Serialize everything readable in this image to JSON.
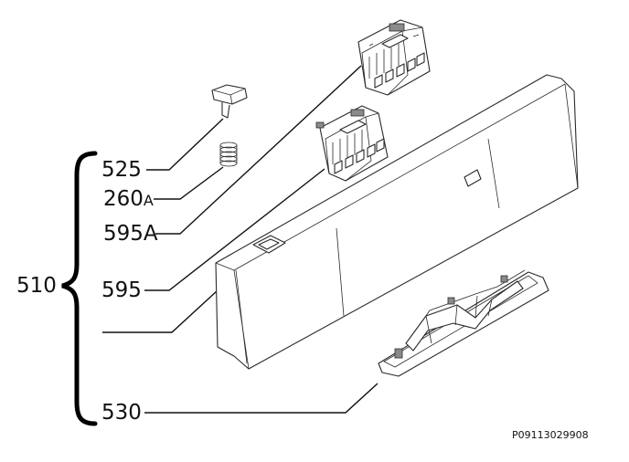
{
  "diagram": {
    "callouts": {
      "c525": "525",
      "c260": "260",
      "c260_suffix": "A",
      "c595a": "595A",
      "c595": "595",
      "c510": "510",
      "c530": "530"
    },
    "image_code": "P09113029908"
  }
}
